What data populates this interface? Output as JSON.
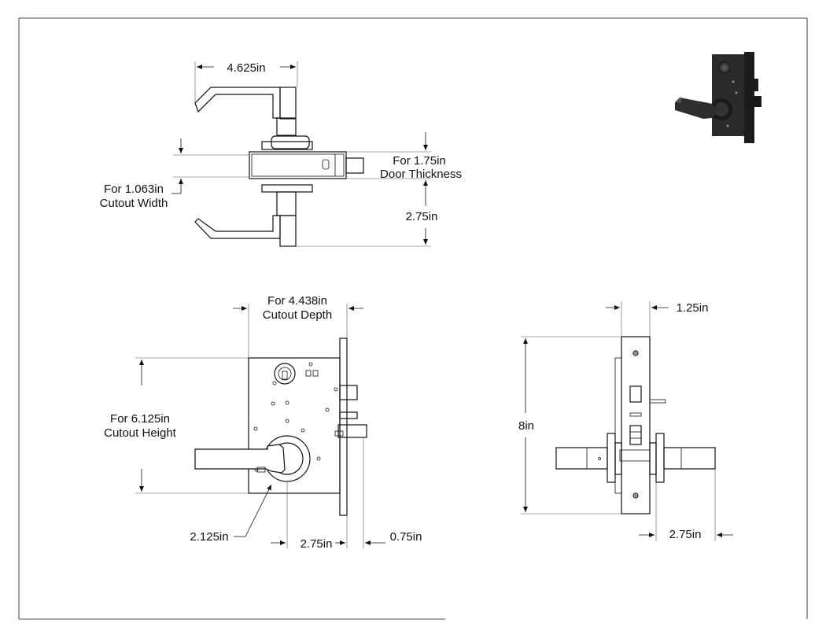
{
  "colors": {
    "line": "#111111",
    "background": "#ffffff",
    "render_dark": "#2a2a2a"
  },
  "top_view": {
    "dim_width": "4.625in",
    "door_label_line1": "For 1.75in",
    "door_label_line2": "Door Thickness",
    "cutout_label_line1": "For 1.063in",
    "cutout_label_line2": "Cutout Width",
    "dim_lever": "2.75in"
  },
  "front_view": {
    "depth_label_line1": "For 4.438in",
    "depth_label_line2": "Cutout Depth",
    "height_label_line1": "For 6.125in",
    "height_label_line2": "Cutout Height",
    "dim_rose": "2.125in",
    "dim_backset": "2.75in",
    "dim_faceplate": "0.75in"
  },
  "side_view": {
    "dim_faceplate_width": "1.25in",
    "dim_height": "8in",
    "dim_lever": "2.75in"
  },
  "render": {
    "icon": "mortise-lock-render-icon"
  }
}
